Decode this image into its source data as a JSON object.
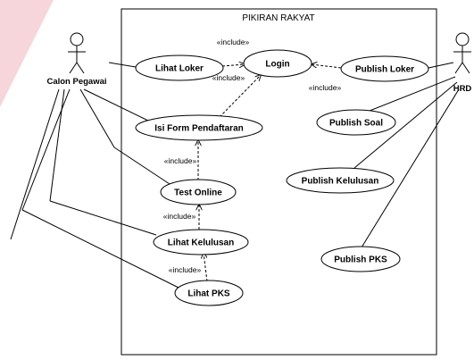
{
  "system": {
    "title": "PIKIRAN RAKYAT"
  },
  "actors": {
    "calon_pegawai": "Calon Pegawai",
    "hrd": "HRD"
  },
  "use_cases": {
    "lihat_loker": "Lihat Loker",
    "login": "Login",
    "publish_loker": "Publish Loker",
    "isi_form": "Isi Form Pendaftaran",
    "publish_soal": "Publish Soal",
    "test_online": "Test Online",
    "publish_kelulusan": "Publish Kelulusan",
    "lihat_kelulusan": "Lihat Kelulusan",
    "publish_pks": "Publish PKS",
    "lihat_pks": "Lihat PKS"
  },
  "relations": {
    "include_label": "«include»"
  },
  "colors": {
    "line": "#000000",
    "corner_accent": "#f7d6db"
  }
}
